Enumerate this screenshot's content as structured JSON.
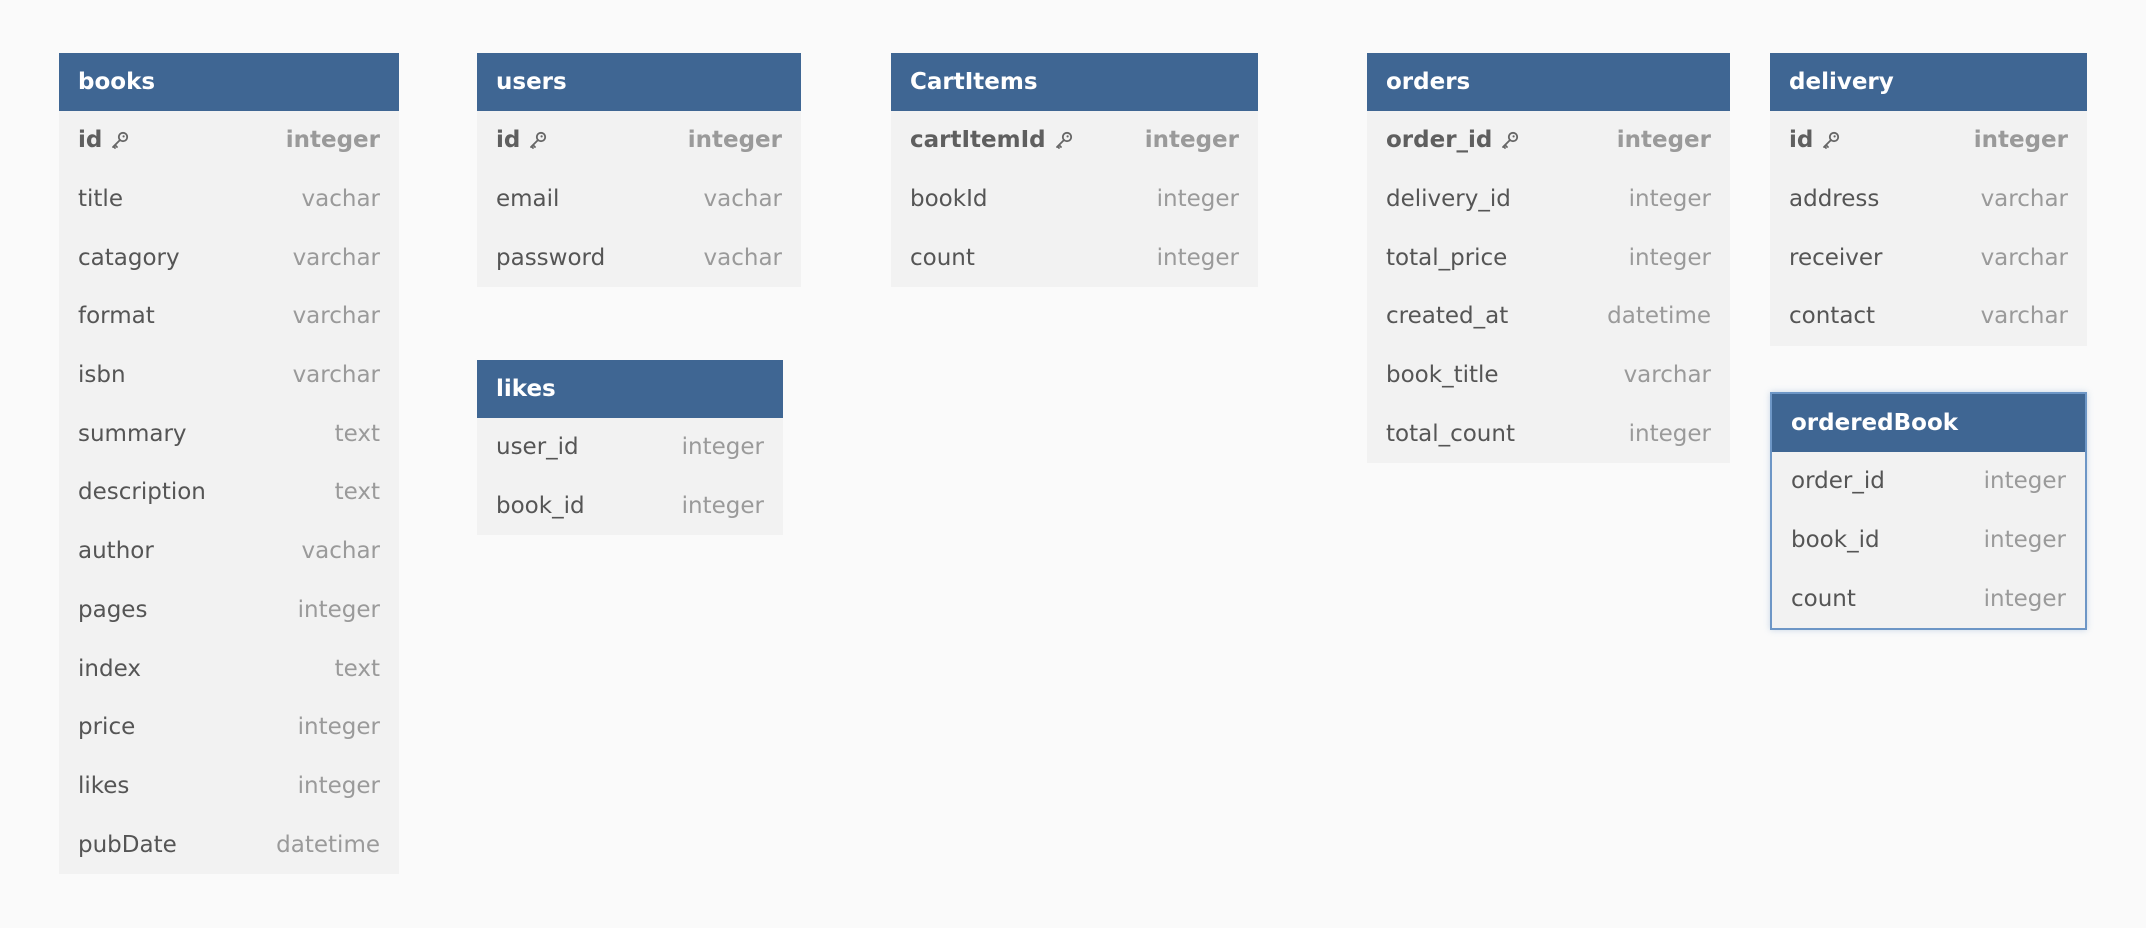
{
  "tables": {
    "books": {
      "name": "books",
      "fields": [
        {
          "name": "id",
          "type": "integer",
          "pk": true
        },
        {
          "name": "title",
          "type": "vachar"
        },
        {
          "name": "catagory",
          "type": "varchar"
        },
        {
          "name": "format",
          "type": "varchar"
        },
        {
          "name": "isbn",
          "type": "varchar"
        },
        {
          "name": "summary",
          "type": "text"
        },
        {
          "name": "description",
          "type": "text"
        },
        {
          "name": "author",
          "type": "vachar"
        },
        {
          "name": "pages",
          "type": "integer"
        },
        {
          "name": "index",
          "type": "text"
        },
        {
          "name": "price",
          "type": "integer"
        },
        {
          "name": "likes",
          "type": "integer"
        },
        {
          "name": "pubDate",
          "type": "datetime"
        }
      ]
    },
    "users": {
      "name": "users",
      "fields": [
        {
          "name": "id",
          "type": "integer",
          "pk": true
        },
        {
          "name": "email",
          "type": "vachar"
        },
        {
          "name": "password",
          "type": "vachar"
        }
      ]
    },
    "likes": {
      "name": "likes",
      "fields": [
        {
          "name": "user_id",
          "type": "integer"
        },
        {
          "name": "book_id",
          "type": "integer"
        }
      ]
    },
    "cartitems": {
      "name": "CartItems",
      "fields": [
        {
          "name": "cartItemId",
          "type": "integer",
          "pk": true
        },
        {
          "name": "bookId",
          "type": "integer"
        },
        {
          "name": "count",
          "type": "integer"
        }
      ]
    },
    "orders": {
      "name": "orders",
      "fields": [
        {
          "name": "order_id",
          "type": "integer",
          "pk": true
        },
        {
          "name": "delivery_id",
          "type": "integer"
        },
        {
          "name": "total_price",
          "type": "integer"
        },
        {
          "name": "created_at",
          "type": "datetime"
        },
        {
          "name": "book_title",
          "type": "varchar"
        },
        {
          "name": "total_count",
          "type": "integer"
        }
      ]
    },
    "delivery": {
      "name": "delivery",
      "fields": [
        {
          "name": "id",
          "type": "integer",
          "pk": true
        },
        {
          "name": "address",
          "type": "varchar"
        },
        {
          "name": "receiver",
          "type": "varchar"
        },
        {
          "name": "contact",
          "type": "varchar"
        }
      ]
    },
    "orderedbook": {
      "name": "orderedBook",
      "selected": true,
      "fields": [
        {
          "name": "order_id",
          "type": "integer"
        },
        {
          "name": "book_id",
          "type": "integer"
        },
        {
          "name": "count",
          "type": "integer"
        }
      ]
    }
  },
  "icons": {
    "primary_key": "key-icon"
  },
  "colors": {
    "header": "#3f6693",
    "selected_border": "#6d96c6"
  }
}
